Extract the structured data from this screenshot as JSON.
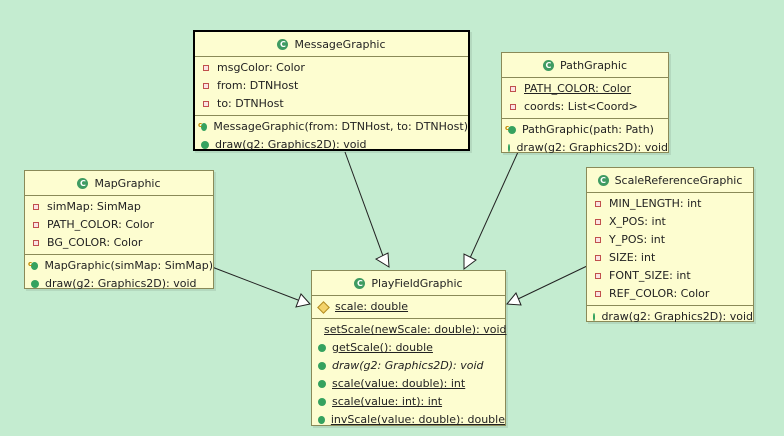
{
  "classes": {
    "message_graphic": {
      "name": "MessageGraphic",
      "fields": [
        "msgColor: Color",
        "from: DTNHost",
        "to: DTNHost"
      ],
      "methods": [
        "MessageGraphic(from: DTNHost, to: DTNHost)",
        "draw(g2: Graphics2D): void"
      ]
    },
    "path_graphic": {
      "name": "PathGraphic",
      "fields": [
        "PATH_COLOR: Color",
        "coords: List<Coord>"
      ],
      "methods": [
        "PathGraphic(path: Path)",
        "draw(g2: Graphics2D): void"
      ]
    },
    "map_graphic": {
      "name": "MapGraphic",
      "fields": [
        "simMap: SimMap",
        "PATH_COLOR: Color",
        "BG_COLOR: Color"
      ],
      "methods": [
        "MapGraphic(simMap: SimMap)",
        "draw(g2: Graphics2D): void"
      ]
    },
    "scale_reference_graphic": {
      "name": "ScaleReferenceGraphic",
      "fields": [
        "MIN_LENGTH: int",
        "X_POS: int",
        "Y_POS: int",
        "SIZE: int",
        "FONT_SIZE: int",
        "REF_COLOR: Color"
      ],
      "methods": [
        "draw(g2: Graphics2D): void"
      ]
    },
    "play_field_graphic": {
      "name": "PlayFieldGraphic",
      "fields": [
        "scale: double"
      ],
      "methods": [
        "setScale(newScale: double): void",
        "getScale(): double",
        "draw(g2: Graphics2D): void",
        "scale(value: double): int",
        "scale(value: int): int",
        "invScale(value: double): double"
      ]
    }
  },
  "class_icon_letter": "C"
}
